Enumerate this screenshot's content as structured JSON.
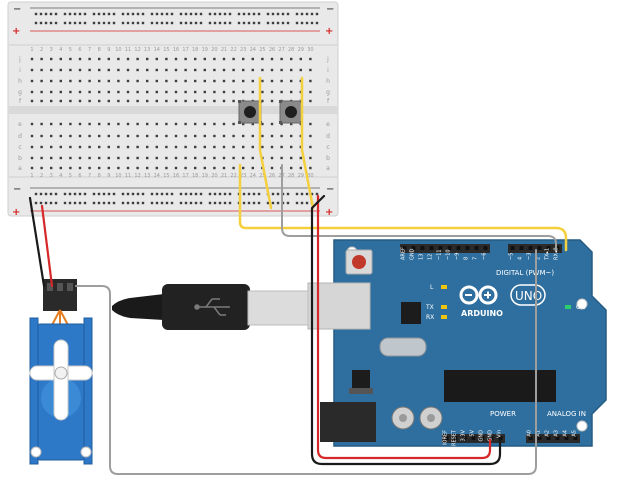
{
  "breadboard": {
    "plus_sign": "+",
    "minus_sign": "−",
    "rows_top": [
      "j",
      "i",
      "h",
      "g",
      "f"
    ],
    "rows_bottom": [
      "e",
      "d",
      "c",
      "b",
      "a"
    ],
    "columns": [
      "1",
      "2",
      "3",
      "4",
      "5",
      "6",
      "7",
      "8",
      "9",
      "10",
      "11",
      "12",
      "13",
      "14",
      "15",
      "16",
      "17",
      "18",
      "19",
      "20",
      "21",
      "22",
      "23",
      "24",
      "25",
      "26",
      "27",
      "28",
      "29",
      "30"
    ]
  },
  "arduino": {
    "brand": "ARDUINO",
    "model": "UNO",
    "digital_label": "DIGITAL (PWM~)",
    "power_label": "POWER",
    "analog_label": "ANALOG IN",
    "led_l": "L",
    "led_tx": "TX",
    "led_rx": "RX",
    "on_label": "ON",
    "digital_pins": [
      "AREF",
      "GND",
      "13",
      "12",
      "~11",
      "~10",
      "~9",
      "8",
      "7",
      "~6",
      "~5",
      "4",
      "~3",
      "2",
      "TX▸1",
      "RX◂0"
    ],
    "power_pins": [
      "IOREF",
      "RESET",
      "3.3V",
      "5V",
      "GND",
      "GND",
      "Vin"
    ],
    "analog_pins": [
      "A0",
      "A1",
      "A2",
      "A3",
      "A4",
      "A5"
    ]
  },
  "colors": {
    "board_blue": "#2f6f9f",
    "wire_yellow": "#f4d03f",
    "wire_gray": "#9e9e9e",
    "wire_red": "#d62828",
    "wire_black": "#1a1a1a",
    "servo_blue": "#2e78c8",
    "breadboard": "#e8e8e8"
  }
}
